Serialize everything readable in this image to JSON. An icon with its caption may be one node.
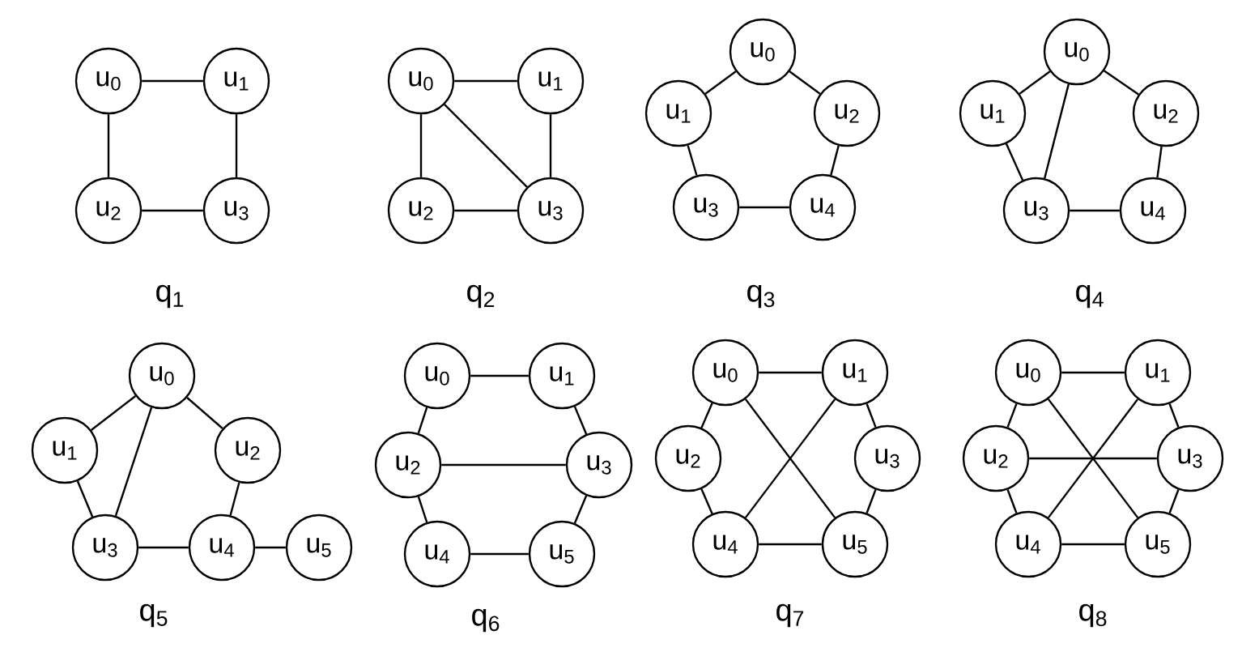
{
  "diagram": {
    "nodes": [
      {
        "text": [
          "u$_{0}$"
        ]
      },
      {
        "text": [
          "u$_{1}$"
        ]
      },
      {
        "text": [
          "u$_{2}$"
        ]
      },
      {
        "text": [
          "u$_{3}$"
        ]
      },
      {
        "text": [
          "u$_{0}$"
        ]
      },
      {
        "text": [
          "u$_{1}$"
        ]
      },
      {
        "text": [
          "u$_{2}$"
        ]
      },
      {
        "text": [
          "u$_{3}$"
        ]
      },
      {
        "text": [
          "u$_{0}$"
        ]
      },
      {
        "text": [
          "u$_{1}$"
        ]
      },
      {
        "text": [
          "u$_{2}$"
        ]
      },
      {
        "text": [
          "u$_{3}$"
        ]
      },
      {
        "text": [
          "u$_{4}$"
        ]
      },
      {
        "text": [
          "u$_{0}$"
        ]
      },
      {
        "text": [
          "u$_{1}$"
        ]
      },
      {
        "text": [
          "u$_{2}$"
        ]
      },
      {
        "text": [
          "u$_{3}$"
        ]
      },
      {
        "text": [
          "u$_{4}$"
        ]
      },
      {
        "text": [
          "u$_{0}$"
        ]
      },
      {
        "text": [
          "u$_{1}$"
        ]
      },
      {
        "text": [
          "u$_{2}$"
        ]
      },
      {
        "text": [
          "u$_{3}$"
        ]
      },
      {
        "text": [
          "u$_{4}$"
        ]
      },
      {
        "text": [
          "u$_{5}$"
        ]
      },
      {
        "text": [
          "u$_{0}$"
        ]
      },
      {
        "text": [
          "u$_{1}$"
        ]
      },
      {
        "text": [
          "u$_{2}$"
        ]
      },
      {
        "text": [
          "u$_{3}$"
        ]
      },
      {
        "text": [
          "u$_{4}$"
        ]
      },
      {
        "text": [
          "u$_{5}$"
        ]
      },
      {
        "text": [
          "u$_{0}$"
        ]
      },
      {
        "text": [
          "u$_{1}$"
        ]
      },
      {
        "text": [
          "u$_{2}$"
        ]
      },
      {
        "text": [
          "u$_{3}$"
        ]
      },
      {
        "text": [
          "u$_{4}$"
        ]
      },
      {
        "text": [
          "u$_{5}$"
        ]
      },
      {
        "text": [
          "u$_{0}$"
        ]
      },
      {
        "text": [
          "u$_{1}$"
        ]
      },
      {
        "text": [
          "u$_{2}$"
        ]
      },
      {
        "text": [
          "u$_{3}$"
        ]
      },
      {
        "text": [
          "u$_{4}$"
        ]
      },
      {
        "text": [
          "u$_{5}$"
        ]
      }
    ],
    "edges": [
      {
        "from": 0,
        "to": 1,
        "arrow": "none"
      },
      {
        "from": 0,
        "to": 2,
        "arrow": "none"
      },
      {
        "from": 1,
        "to": 3,
        "arrow": "none"
      },
      {
        "from": 2,
        "to": 3,
        "arrow": "none"
      },
      {
        "from": 4,
        "to": 5,
        "arrow": "none"
      },
      {
        "from": 4,
        "to": 6,
        "arrow": "none"
      },
      {
        "from": 4,
        "to": 7,
        "arrow": "none"
      },
      {
        "from": 5,
        "to": 7,
        "arrow": "none"
      },
      {
        "from": 6,
        "to": 7,
        "arrow": "none"
      },
      {
        "from": 8,
        "to": 9,
        "arrow": "none"
      },
      {
        "from": 8,
        "to": 10,
        "arrow": "none"
      },
      {
        "from": 9,
        "to": 11,
        "arrow": "none"
      },
      {
        "from": 10,
        "to": 12,
        "arrow": "none"
      },
      {
        "from": 11,
        "to": 12,
        "arrow": "none"
      },
      {
        "from": 13,
        "to": 14,
        "arrow": "none"
      },
      {
        "from": 13,
        "to": 15,
        "arrow": "none"
      },
      {
        "from": 13,
        "to": 16,
        "arrow": "none"
      },
      {
        "from": 14,
        "to": 16,
        "arrow": "none"
      },
      {
        "from": 15,
        "to": 17,
        "arrow": "none"
      },
      {
        "from": 16,
        "to": 17,
        "arrow": "none"
      },
      {
        "from": 18,
        "to": 19,
        "arrow": "none"
      },
      {
        "from": 18,
        "to": 20,
        "arrow": "none"
      },
      {
        "from": 18,
        "to": 21,
        "arrow": "none"
      },
      {
        "from": 19,
        "to": 21,
        "arrow": "none"
      },
      {
        "from": 20,
        "to": 22,
        "arrow": "none"
      },
      {
        "from": 21,
        "to": 22,
        "arrow": "none"
      },
      {
        "from": 22,
        "to": 23,
        "arrow": "none"
      },
      {
        "from": 24,
        "to": 25,
        "arrow": "none"
      },
      {
        "from": 24,
        "to": 26,
        "arrow": "none"
      },
      {
        "from": 25,
        "to": 27,
        "arrow": "none"
      },
      {
        "from": 26,
        "to": 27,
        "arrow": "none"
      },
      {
        "from": 26,
        "to": 28,
        "arrow": "none"
      },
      {
        "from": 27,
        "to": 29,
        "arrow": "none"
      },
      {
        "from": 28,
        "to": 29,
        "arrow": "none"
      },
      {
        "from": 30,
        "to": 31,
        "arrow": "none"
      },
      {
        "from": 30,
        "to": 32,
        "arrow": "none"
      },
      {
        "from": 30,
        "to": 35,
        "arrow": "none"
      },
      {
        "from": 31,
        "to": 33,
        "arrow": "none"
      },
      {
        "from": 31,
        "to": 34,
        "arrow": "none"
      },
      {
        "from": 32,
        "to": 34,
        "arrow": "none"
      },
      {
        "from": 33,
        "to": 35,
        "arrow": "none"
      },
      {
        "from": 34,
        "to": 35,
        "arrow": "none"
      },
      {
        "from": 36,
        "to": 37,
        "arrow": "none"
      },
      {
        "from": 36,
        "to": 38,
        "arrow": "none"
      },
      {
        "from": 36,
        "to": 41,
        "arrow": "none"
      },
      {
        "from": 37,
        "to": 39,
        "arrow": "none"
      },
      {
        "from": 37,
        "to": 40,
        "arrow": "none"
      },
      {
        "from": 38,
        "to": 39,
        "arrow": "none"
      },
      {
        "from": 38,
        "to": 40,
        "arrow": "none"
      },
      {
        "from": 39,
        "to": 41,
        "arrow": "none"
      },
      {
        "from": 40,
        "to": 41,
        "arrow": "none"
      }
    ],
    "labels": [
      "q$_{1}$",
      "q$_{2}$",
      "q$_{3}$",
      "q$_{4}$",
      "q$_{5}$",
      "q$_{6}$",
      "q$_{7}$",
      "q$_{8}$"
    ]
  }
}
